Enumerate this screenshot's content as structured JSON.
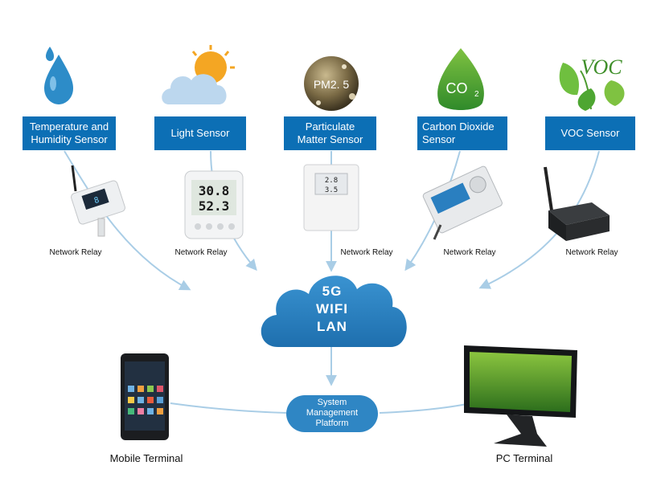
{
  "sensors": [
    {
      "label": "Temperature and\nHumidity Sensor",
      "icon": "water-drop-icon"
    },
    {
      "label": "Light Sensor",
      "icon": "cloud-sun-icon"
    },
    {
      "label": "Particulate\nMatter Sensor",
      "icon": "pm25-sphere-icon",
      "icon_text": "PM2. 5"
    },
    {
      "label": "Carbon Dioxide\nSensor",
      "icon": "co2-leaf-icon",
      "icon_text": "CO",
      "icon_sub": "2"
    },
    {
      "label": "VOC Sensor",
      "icon": "voc-leaves-icon",
      "icon_text": "VOC"
    }
  ],
  "devices": {
    "th_display_1": "8",
    "light_display_top": "30.8",
    "light_display_bottom": "52.3",
    "pm_display_top": "2.8",
    "pm_display_bottom": "3.5"
  },
  "relay_label": "Network Relay",
  "network": {
    "line1": "5G",
    "line2": "WIFI",
    "line3": "LAN"
  },
  "platform": {
    "line1": "System",
    "line2": "Management",
    "line3": "Platform"
  },
  "terminals": {
    "mobile": "Mobile Terminal",
    "pc": "PC Terminal"
  },
  "colors": {
    "brand_blue": "#0c6fb5",
    "cloud_blue": "#2f86c4",
    "connector": "#a9cde6"
  }
}
